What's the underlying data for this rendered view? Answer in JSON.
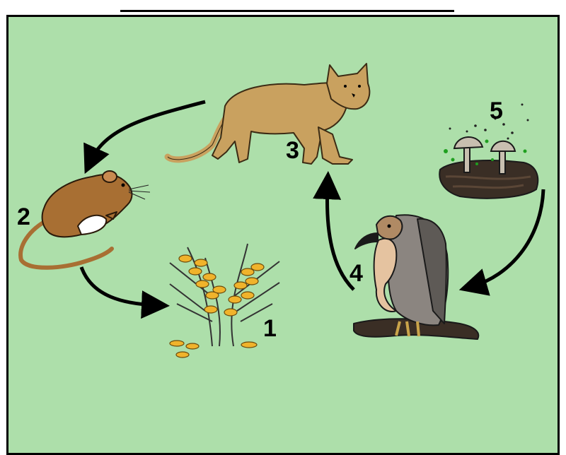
{
  "title": "",
  "colors": {
    "background": "#addfaa",
    "cat": "#c9a15f",
    "mouse": "#a86f33",
    "grain": "#f0b32b",
    "vulture_body": "#8b8580",
    "vulture_neck": "#e5c3a0",
    "soil": "#3a2e25",
    "mushroom": "#c8bfb0",
    "arrow": "#000000"
  },
  "organisms": [
    {
      "number": "1",
      "icon": "grain-plant-icon"
    },
    {
      "number": "2",
      "icon": "mouse-icon"
    },
    {
      "number": "3",
      "icon": "mountain-lion-icon"
    },
    {
      "number": "4",
      "icon": "vulture-icon"
    },
    {
      "number": "5",
      "icon": "mushroom-decomposer-icon"
    }
  ]
}
